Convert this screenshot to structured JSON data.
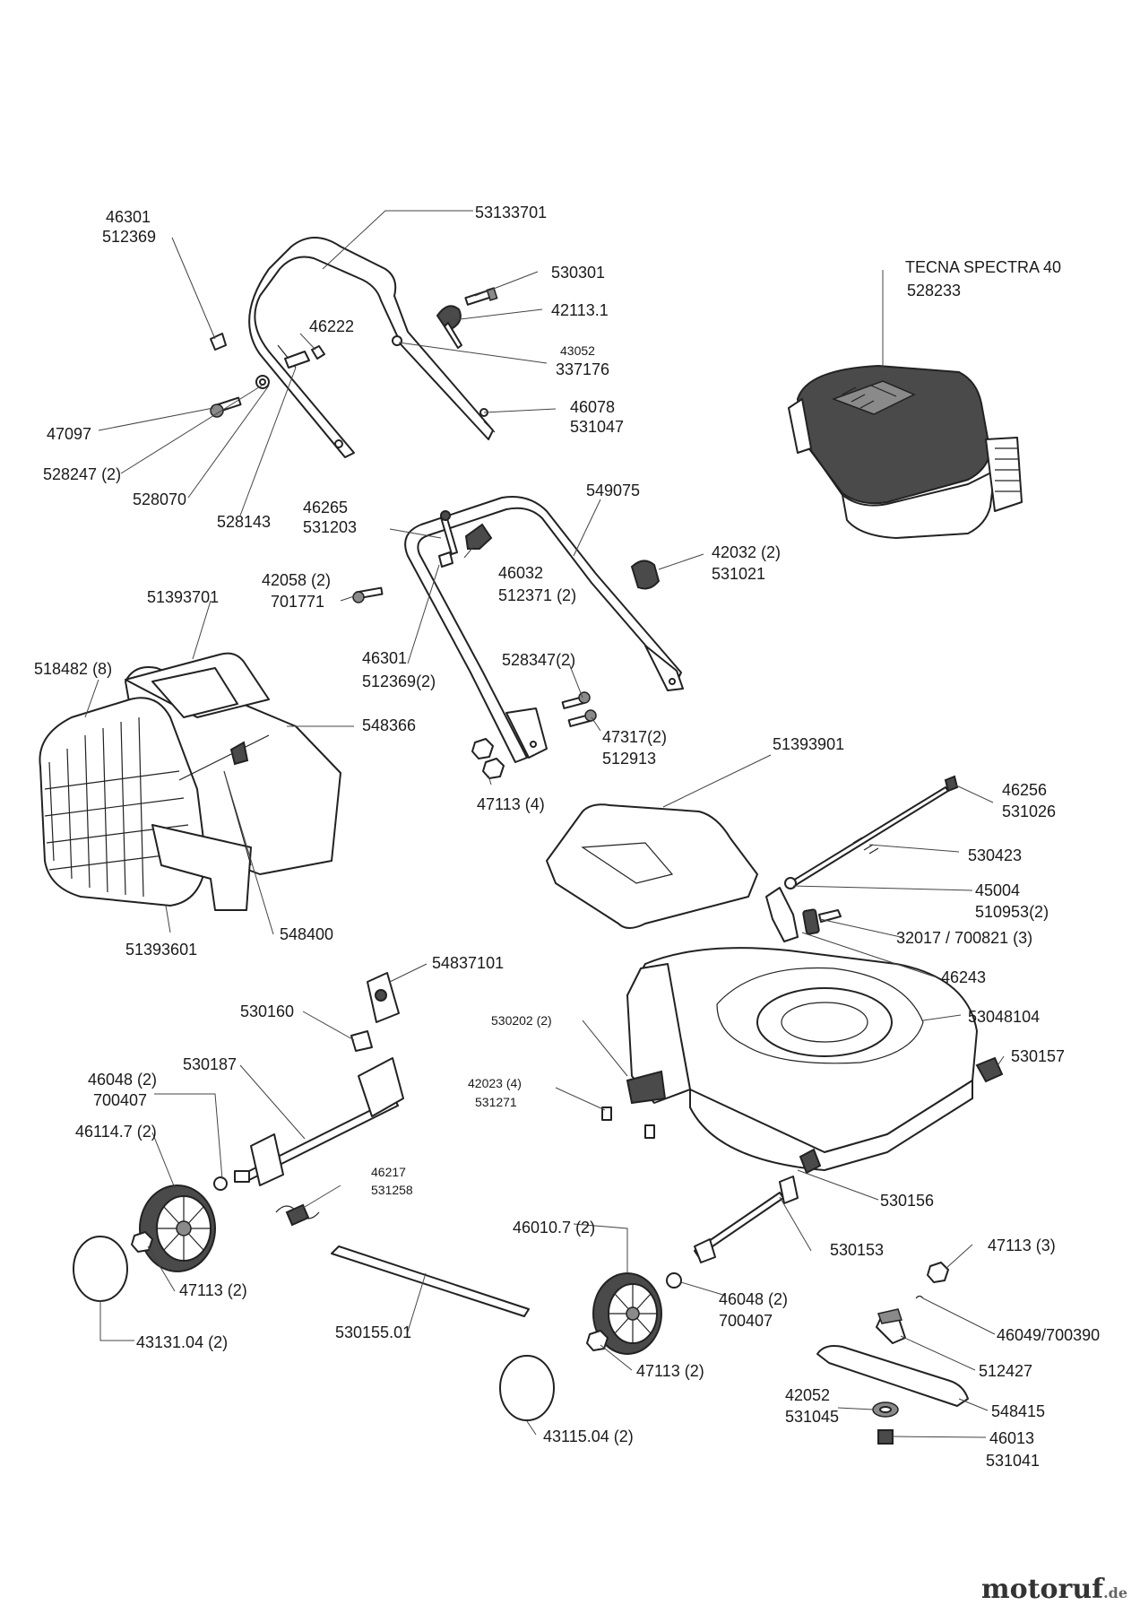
{
  "labels": {
    "p46301_a": "46301",
    "p512369": "512369",
    "p53133701": "53133701",
    "p530301": "530301",
    "p42113_1": "42113.1",
    "p46222": "46222",
    "p43052": "43052",
    "p337176": "337176",
    "p46078": "46078",
    "p531047": "531047",
    "p47097": "47097",
    "p528247": "528247 (2)",
    "p528070": "528070",
    "p528143": "528143",
    "p_engine_name": "TECNA SPECTRA 40",
    "p528233": "528233",
    "p46265": "46265",
    "p531203": "531203",
    "p549075": "549075",
    "p42032": "42032 (2)",
    "p531021": "531021",
    "p42058": "42058 (2)",
    "p701771": "701771",
    "p46032": "46032",
    "p512371": "512371 (2)",
    "p51393701": "51393701",
    "p518482": "518482 (8)",
    "p46301_b": "46301",
    "p512369_2": "512369(2)",
    "p528347": "528347(2)",
    "p548366": "548366",
    "p47317": "47317(2)",
    "p512913": "512913",
    "p47113_4": "47113 (4)",
    "p51393901": "51393901",
    "p46256": "46256",
    "p531026": "531026",
    "p530423": "530423",
    "p45004": "45004",
    "p510953": "510953(2)",
    "p32017": "32017 / 700821 (3)",
    "p46243": "46243",
    "p51393601": "51393601",
    "p548400": "548400",
    "p54837101": "54837101",
    "p530160": "530160",
    "p530202": "530202 (2)",
    "p53048104": "53048104",
    "p530157": "530157",
    "p46048_a": "46048 (2)",
    "p700407_a": "700407",
    "p530187": "530187",
    "p42023": "42023 (4)",
    "p531271": "531271",
    "p46114_7": "46114.7 (2)",
    "p46217": "46217",
    "p531258": "531258",
    "p530156": "530156",
    "p47113_2a": "47113 (2)",
    "p46010_7": "46010.7 (2)",
    "p530153": "530153",
    "p47113_3": "47113 (3)",
    "p43131_04": "43131.04 (2)",
    "p46048_b": "46048 (2)",
    "p700407_b": "700407",
    "p530155_01": "530155.01",
    "p46049": "46049/700390",
    "p47113_2b": "47113 (2)",
    "p512427": "512427",
    "p42052": "42052",
    "p531045": "531045",
    "p548415": "548415",
    "p46013": "46013",
    "p531041": "531041",
    "p43115_04": "43115.04 (2)"
  },
  "brand": {
    "name": "motoruf",
    "tld": ".de"
  }
}
